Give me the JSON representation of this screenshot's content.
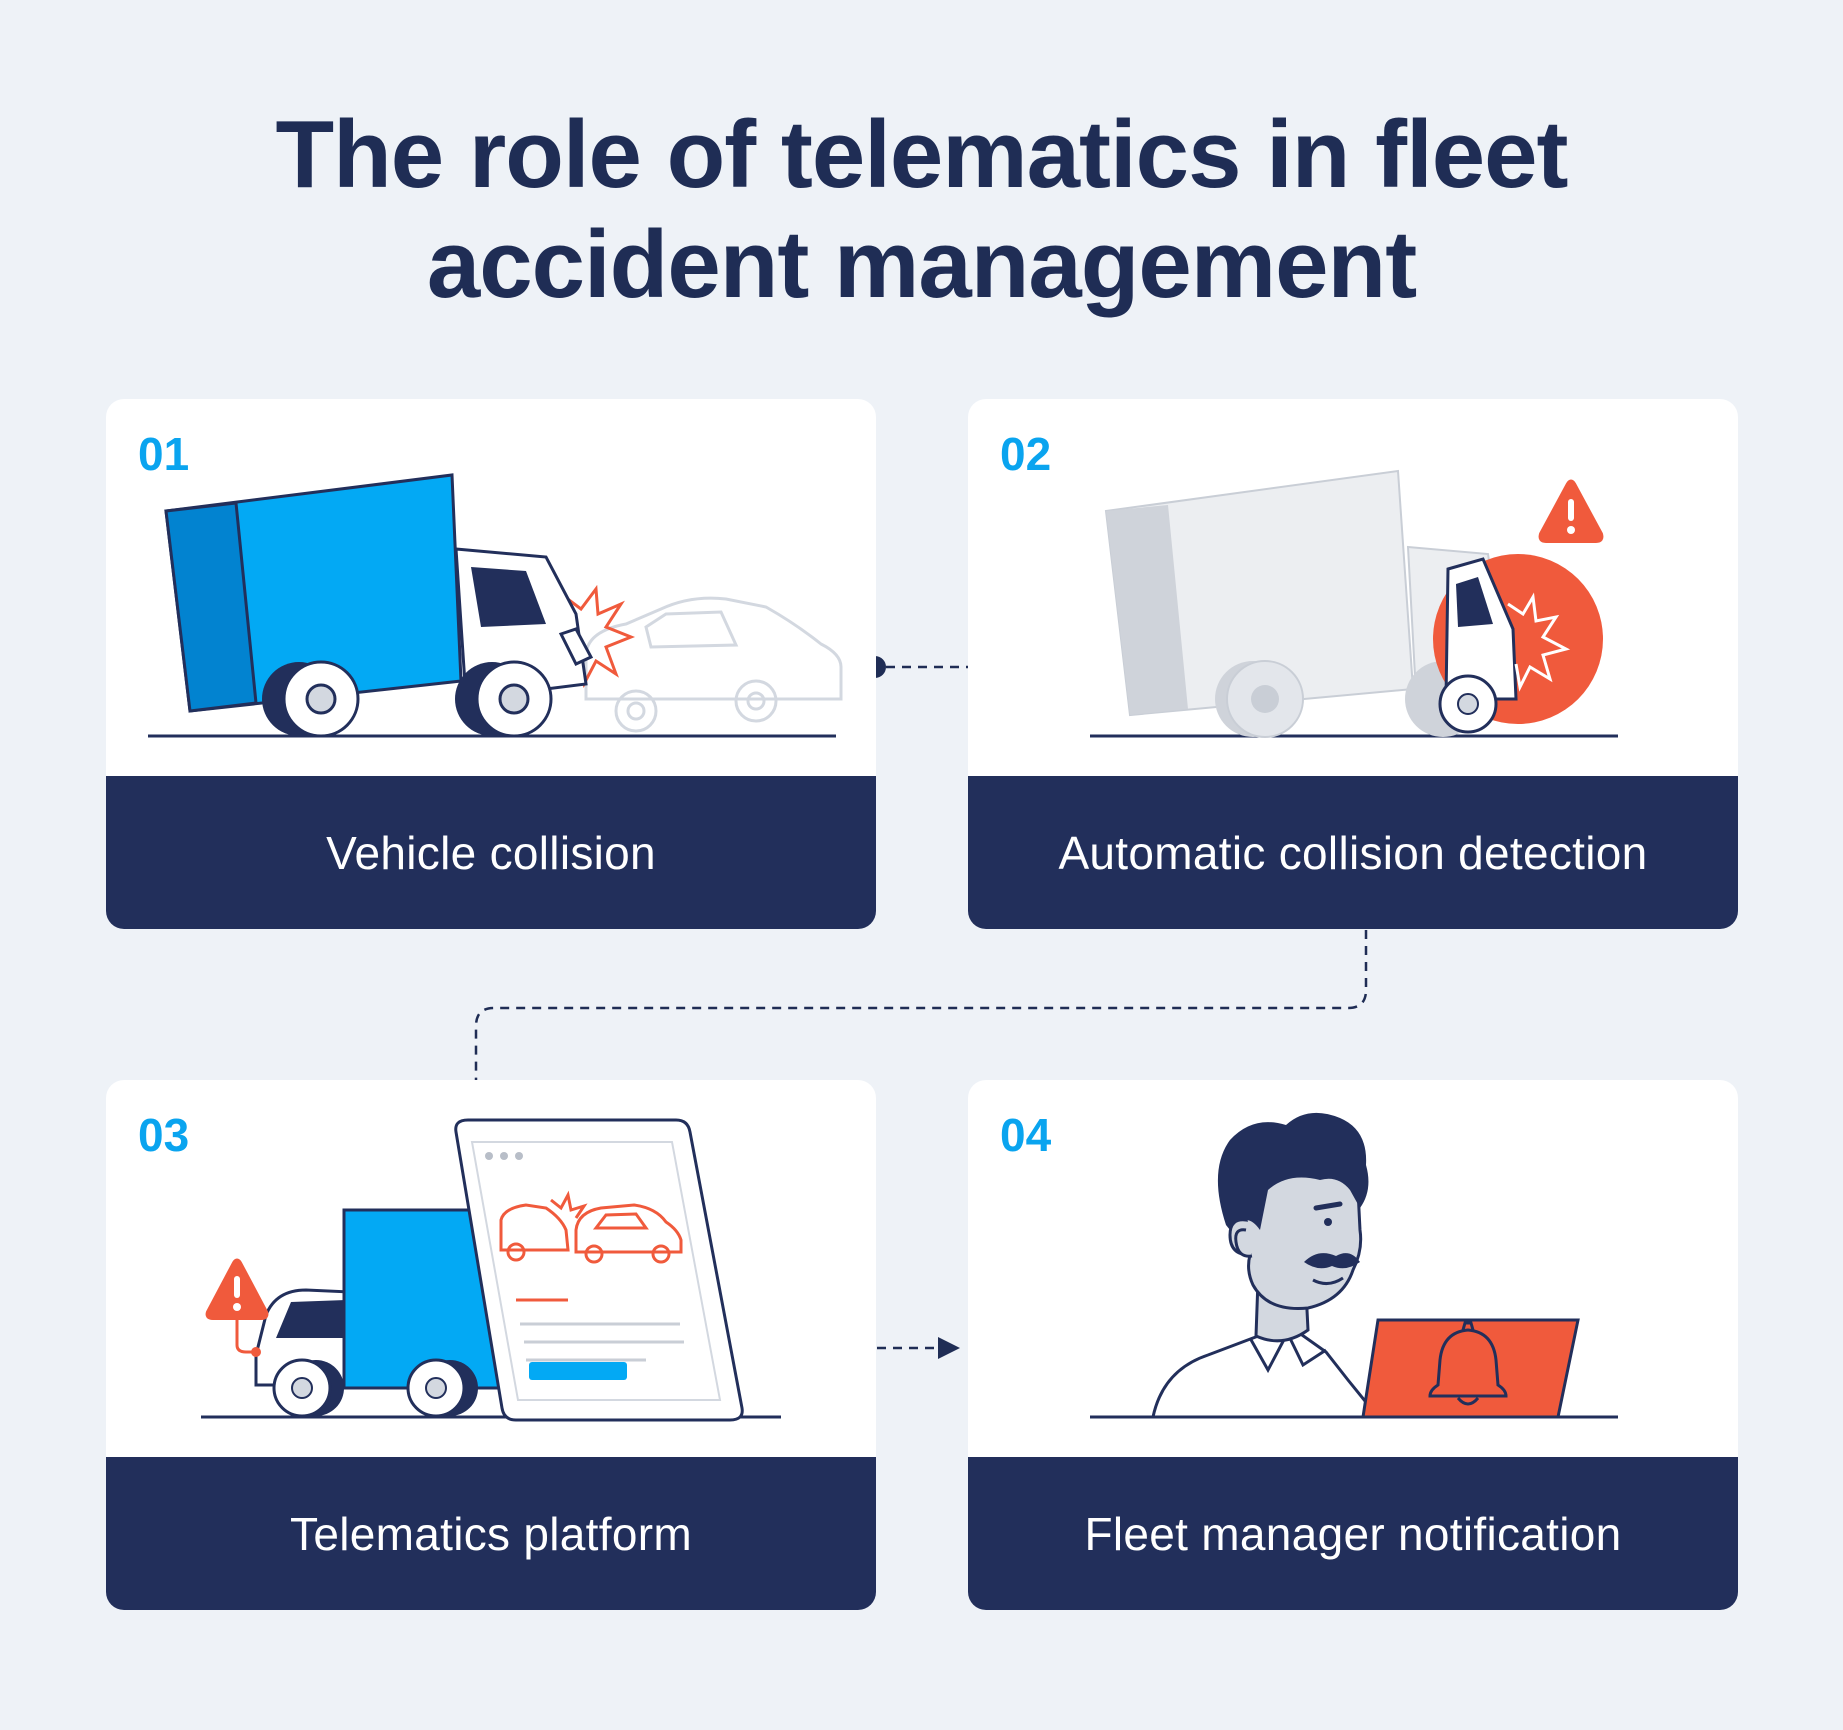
{
  "title": {
    "line1": "The role of telematics in fleet",
    "line2": "accident management"
  },
  "steps": [
    {
      "number": "01",
      "label": "Vehicle collision",
      "icon": "truck-crash-icon"
    },
    {
      "number": "02",
      "label": "Automatic collision detection",
      "icon": "collision-alert-icon"
    },
    {
      "number": "03",
      "label": "Telematics platform",
      "icon": "tablet-alert-icon"
    },
    {
      "number": "04",
      "label": "Fleet manager notification",
      "icon": "manager-bell-icon"
    }
  ],
  "colors": {
    "background": "#eef2f7",
    "navy": "#222f5b",
    "accent_blue": "#0aa4ef",
    "truck_blue": "#03a9f4",
    "alert_red": "#f05a3c"
  }
}
